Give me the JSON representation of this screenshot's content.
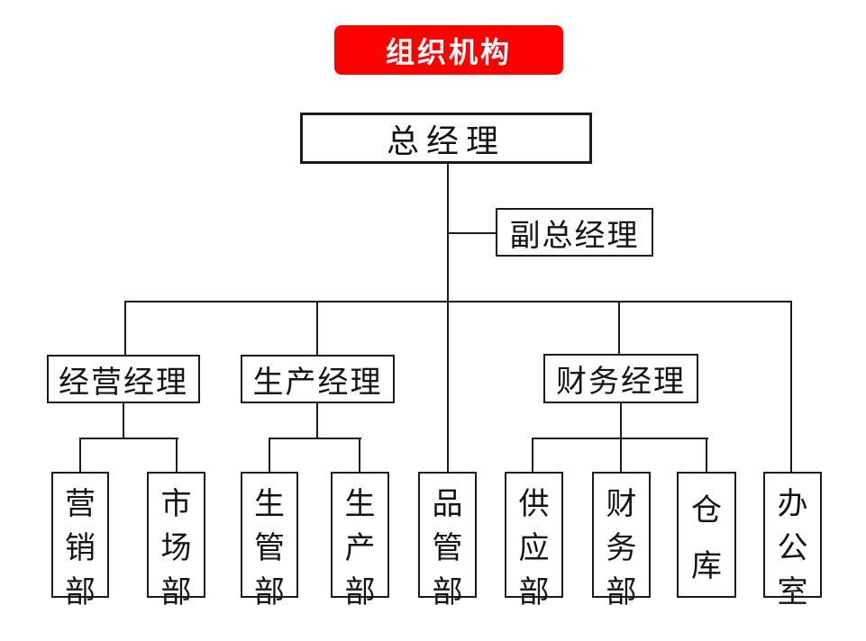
{
  "banner": {
    "label": "组织机构"
  },
  "colors": {
    "banner_bg": "#fe0000",
    "banner_text": "#ffffff",
    "line": "#1b1b1b"
  },
  "org": {
    "root": {
      "label": "总经理"
    },
    "assistant": {
      "label": "副总经理"
    },
    "managers": [
      {
        "label": "经营经理",
        "departments": [
          "营销部",
          "市场部"
        ]
      },
      {
        "label": "生产经理",
        "departments": [
          "生管部",
          "生产部"
        ]
      },
      {
        "label": "财务经理",
        "departments": [
          "供应部",
          "财务部",
          "仓库"
        ]
      }
    ],
    "direct_departments": [
      "品管部",
      "办公室"
    ]
  }
}
